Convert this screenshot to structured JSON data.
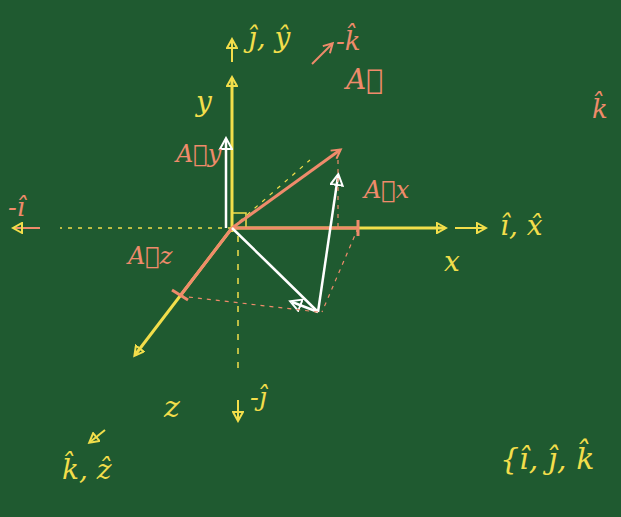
{
  "diagram": {
    "labels": [
      "ĵ, ŷ",
      "-k̂",
      "A⃗",
      "k̂",
      "y",
      "A⃗y",
      "-î",
      "A⃗x",
      "x",
      "î, x̂",
      "A⃗z",
      "z",
      "-ĵ",
      "k̂, ẑ",
      "{î, ĵ, k̂"
    ]
  }
}
